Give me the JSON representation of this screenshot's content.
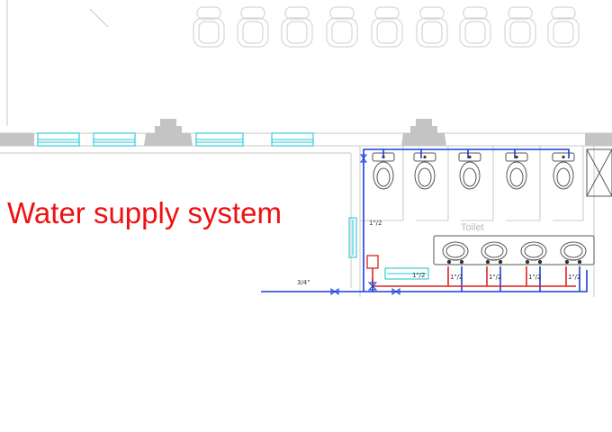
{
  "title": "Water supply system",
  "room_label": "Toilet",
  "pipe_sizes": {
    "main_supply": "3/4\"",
    "riser": "1\"/2",
    "branch": "1\"/2",
    "basin_feed": "1\"/2"
  },
  "colors": {
    "title": "#ee1111",
    "cold_water_pipe": "#1a3fd8",
    "hot_water_pipe": "#e02020",
    "window": "#22c8d8",
    "walls": "#c8c8c8",
    "furniture": "#d6d6d6"
  },
  "counts": {
    "chairs": 9,
    "wc_cubicles": 5,
    "wash_basins": 4,
    "windows": 4
  }
}
